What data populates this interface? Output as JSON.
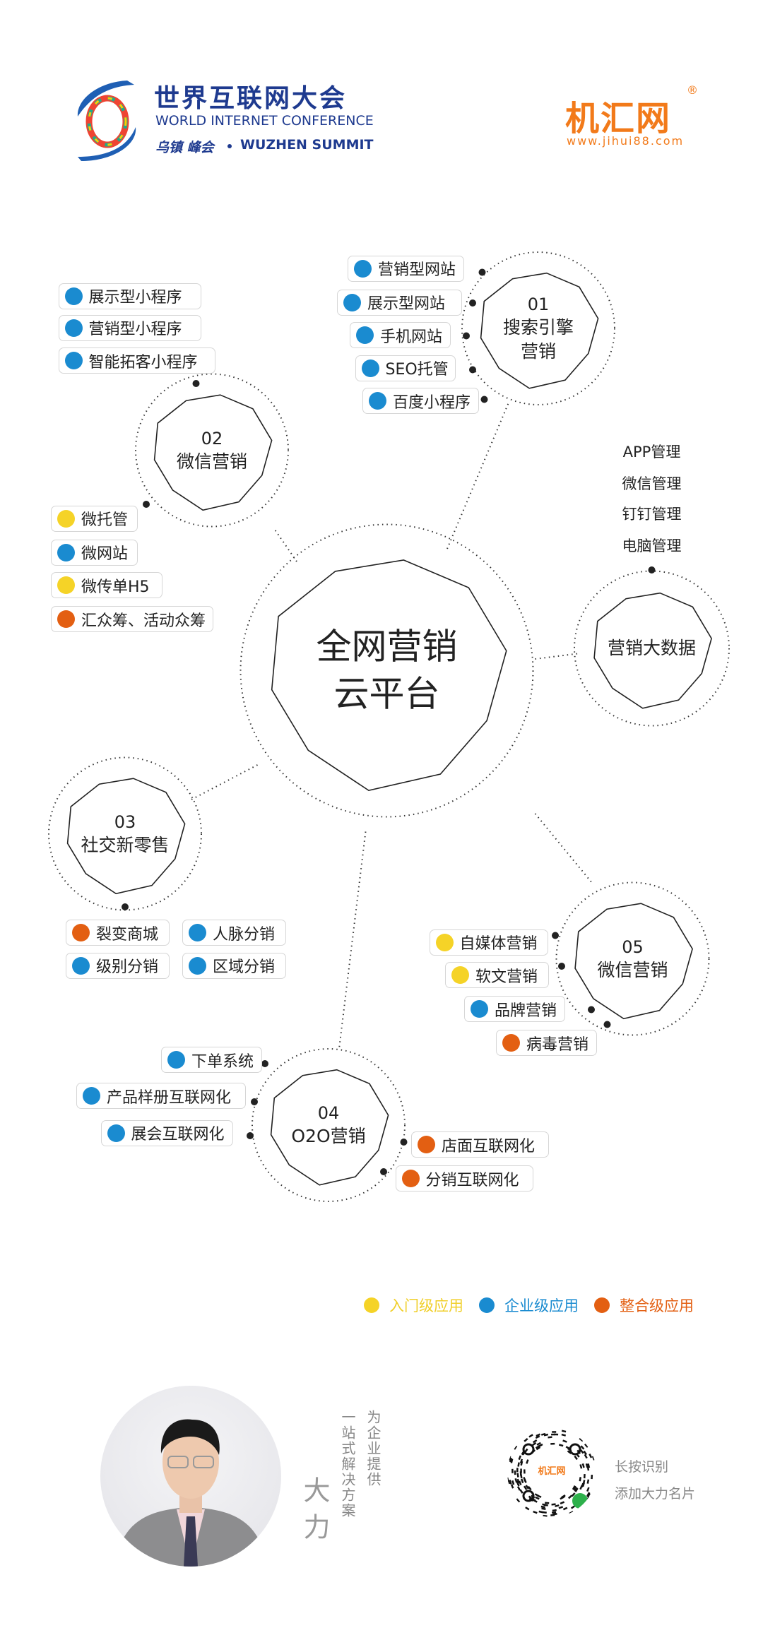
{
  "header": {
    "wic_logo": {
      "title_cn": "世界互联网大会",
      "title_en": "WORLD INTERNET CONFERENCE",
      "subtitle_cn": "乌镇 峰会",
      "subtitle_en": "WUZHEN SUMMIT"
    },
    "jihui_logo": {
      "name": "机汇网",
      "reg": "®",
      "url": "www.jihui88.com"
    }
  },
  "colors": {
    "entry": "#f5d327",
    "enterprise": "#1a8bd0",
    "integrated": "#e35f12"
  },
  "center": {
    "line1": "全网营销",
    "line2": "云平台"
  },
  "nodes": {
    "search": {
      "num": "01",
      "title1": "搜索引擎",
      "title2": "营销",
      "items": [
        {
          "label": "营销型网站",
          "level": "enterprise"
        },
        {
          "label": "展示型网站",
          "level": "enterprise"
        },
        {
          "label": "手机网站",
          "level": "enterprise"
        },
        {
          "label": "SEO托管",
          "level": "enterprise"
        },
        {
          "label": "百度小程序",
          "level": "enterprise"
        }
      ]
    },
    "wechat": {
      "num": "02",
      "title1": "微信营销",
      "items_top": [
        {
          "label": "展示型小程序",
          "level": "enterprise"
        },
        {
          "label": "营销型小程序",
          "level": "enterprise"
        },
        {
          "label": "智能拓客小程序",
          "level": "enterprise"
        }
      ],
      "items_bottom": [
        {
          "label": "微托管",
          "level": "entry"
        },
        {
          "label": "微网站",
          "level": "enterprise"
        },
        {
          "label": "微传单H5",
          "level": "entry"
        },
        {
          "label": "汇众筹、活动众筹",
          "level": "integrated"
        }
      ]
    },
    "bigdata": {
      "title1": "营销大数据",
      "items": [
        "APP管理",
        "微信管理",
        "钉钉管理",
        "电脑管理"
      ]
    },
    "social": {
      "num": "03",
      "title1": "社交新零售",
      "items": [
        {
          "label": "裂变商城",
          "level": "integrated"
        },
        {
          "label": "人脉分销",
          "level": "enterprise"
        },
        {
          "label": "级别分销",
          "level": "enterprise"
        },
        {
          "label": "区域分销",
          "level": "enterprise"
        }
      ]
    },
    "media": {
      "num": "05",
      "title1": "微信营销",
      "items": [
        {
          "label": "自媒体营销",
          "level": "entry"
        },
        {
          "label": "软文营销",
          "level": "entry"
        },
        {
          "label": "品牌营销",
          "level": "enterprise"
        },
        {
          "label": "病毒营销",
          "level": "integrated"
        }
      ]
    },
    "o2o": {
      "num": "04",
      "title1": "O2O营销",
      "items": [
        {
          "label": "下单系统",
          "level": "enterprise"
        },
        {
          "label": "产品样册互联网化",
          "level": "enterprise"
        },
        {
          "label": "展会互联网化",
          "level": "enterprise"
        },
        {
          "label": "店面互联网化",
          "level": "integrated"
        },
        {
          "label": "分销互联网化",
          "level": "integrated"
        }
      ]
    }
  },
  "legend": [
    {
      "label": "入门级应用",
      "level": "entry"
    },
    {
      "label": "企业级应用",
      "level": "enterprise"
    },
    {
      "label": "整合级应用",
      "level": "integrated"
    }
  ],
  "profile": {
    "slogan_1": "为企业提供",
    "slogan_2": "一站式解决方案",
    "name": "大力"
  },
  "qr": {
    "logo_text": "机汇网",
    "line1": "长按识别",
    "line2": "添加大力名片"
  }
}
